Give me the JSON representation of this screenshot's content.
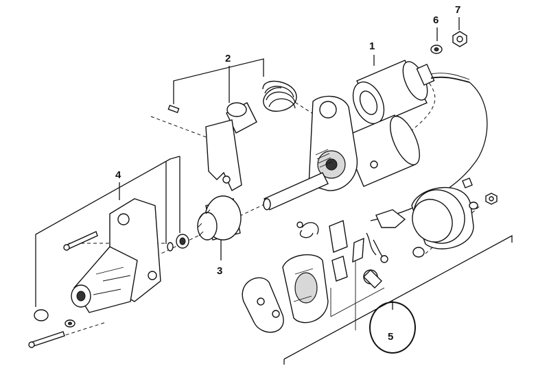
{
  "diagram": {
    "callouts": [
      {
        "id": "1",
        "label": "1",
        "part": "solenoid-switch"
      },
      {
        "id": "2",
        "label": "2",
        "part": "engaging-lever-kit"
      },
      {
        "id": "3",
        "label": "3",
        "part": "pinion-drive"
      },
      {
        "id": "4",
        "label": "4",
        "part": "drive-end-bearing"
      },
      {
        "id": "5",
        "label": "5",
        "part": "brush-holder-set"
      },
      {
        "id": "6",
        "label": "6",
        "part": "washer"
      },
      {
        "id": "7",
        "label": "7",
        "part": "nut"
      }
    ],
    "highlighted_callout": "5",
    "line_color": "#111111",
    "background": "#ffffff"
  }
}
